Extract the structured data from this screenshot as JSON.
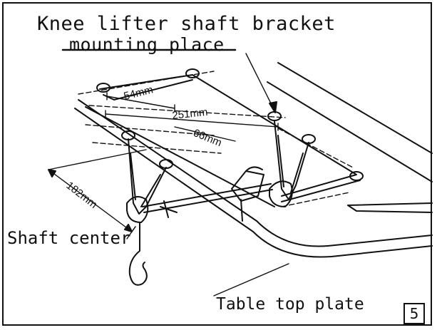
{
  "labels": {
    "bracket_line1": "Knee lifter shaft bracket",
    "bracket_line2": "mounting place",
    "shaft_center": "Shaft center",
    "table_top": "Table top plate"
  },
  "dimensions": {
    "d54": "54mm",
    "d251": "251mm",
    "d66": "66mm",
    "d182": "182mm"
  },
  "figure_number": "5"
}
